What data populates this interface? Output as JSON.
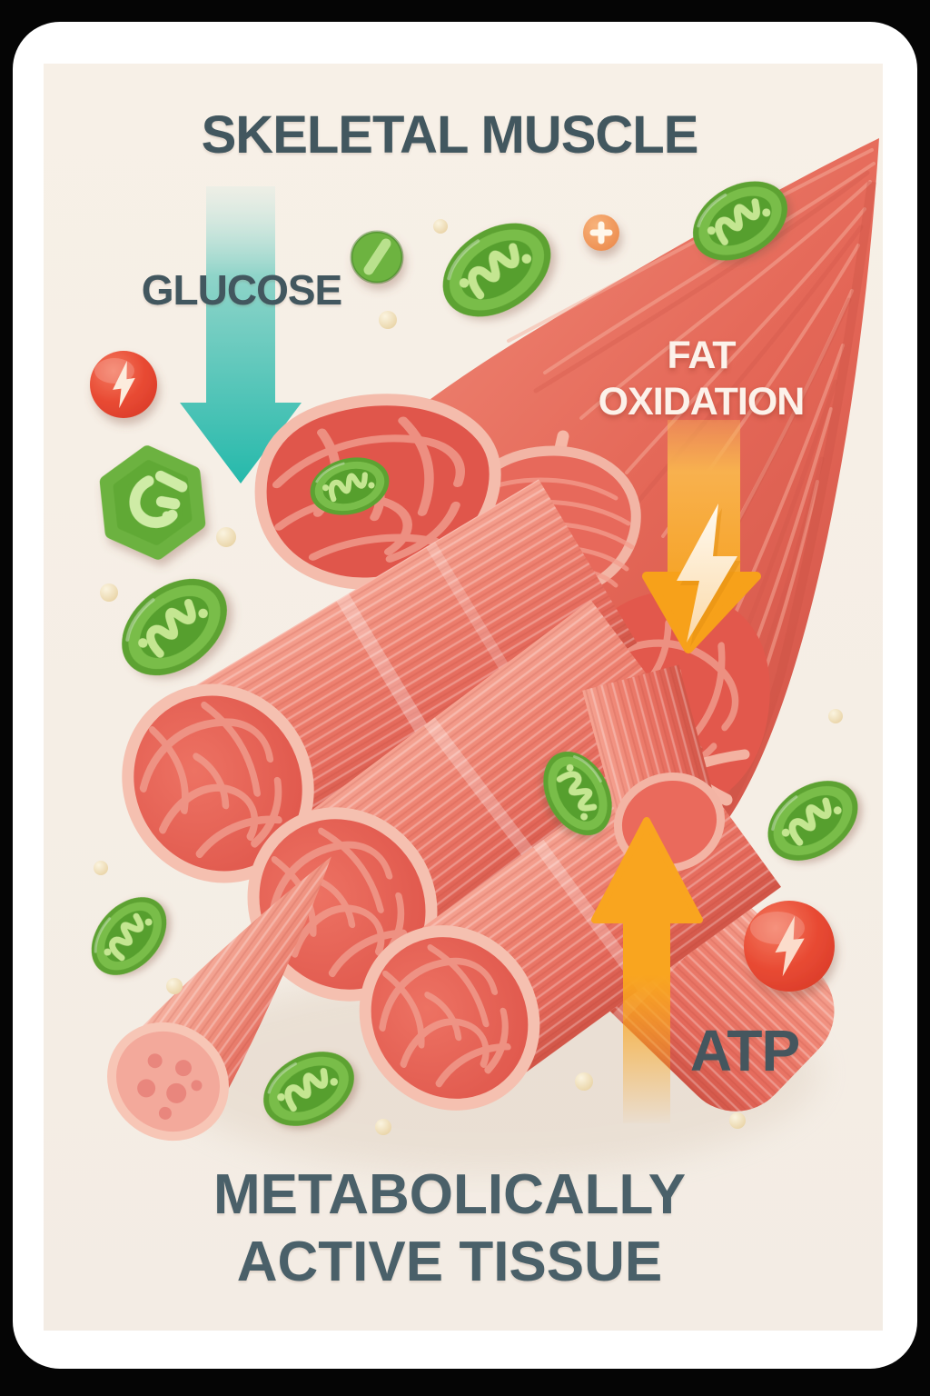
{
  "title": "SKELETAL MUSCLE",
  "annotations": {
    "glucose": "GLUCOSE",
    "fat_line1": "FAT",
    "fat_line2": "OXIDATION",
    "atp": "ATP"
  },
  "footer": {
    "line1": "METABOLICALLY",
    "line2": "ACTIVE TISSUE"
  },
  "colors": {
    "page_background": "#050505",
    "card": "#ffffff",
    "panel_cream": "#f6efe6",
    "heading_text": "#42575f",
    "light_text": "#fcf2ea",
    "glucose_arrow_teal": "#2abcae",
    "fat_arrow_orange": "#f7a11a",
    "atp_arrow_orange": "#f9a51f",
    "muscle_red": "#e66a5b",
    "muscle_rim_pink": "#f4bcac",
    "mitochondrion_green": "#6fb544",
    "energy_badge_red": "#e84a33",
    "nutrient_dot_cream": "#eedcab"
  },
  "icons": [
    "glucose-arrow-down-icon",
    "fat-oxidation-arrow-down-icon",
    "atp-arrow-up-icon",
    "lightning-bolt-icon",
    "lightning-badge-icon",
    "plus-badge-icon",
    "glucose-hexagon-icon",
    "vitamin-pill-icon",
    "mitochondrion-icon",
    "nutrient-dot-icon",
    "muscle-fiber-bundle"
  ]
}
